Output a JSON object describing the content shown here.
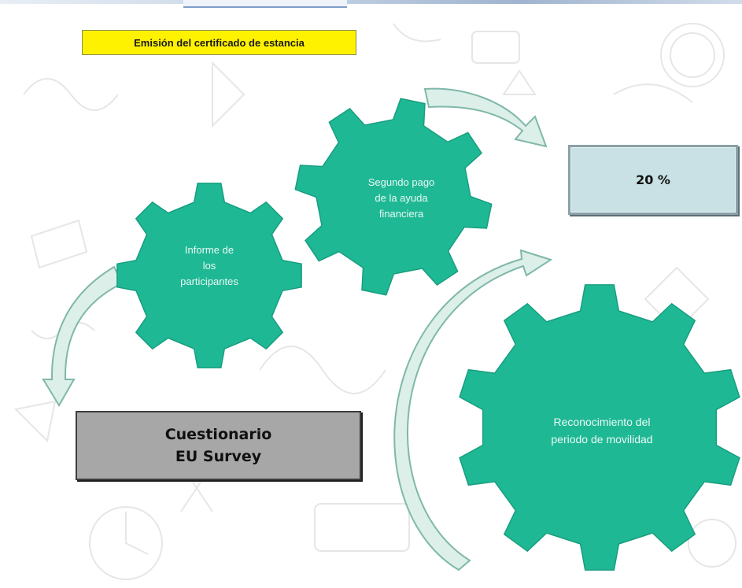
{
  "colors": {
    "gear": "#1fb895",
    "arrow_fill": "#dcefe8",
    "title_bg": "#fff200",
    "pct_bg": "#c9e1e5",
    "survey_bg": "#a7a7a7"
  },
  "title_box": {
    "text": "Emisión del certificado de estancia"
  },
  "gears": [
    {
      "label_lines": [
        "Informe de",
        "los",
        "participantes"
      ]
    },
    {
      "label_lines": [
        "Segundo pago",
        "de la ayuda",
        "financiera"
      ]
    },
    {
      "label_lines": [
        "Reconocimiento del",
        "periodo de movilidad"
      ]
    }
  ],
  "percent_box": {
    "text": "20 %"
  },
  "survey_box": {
    "line1": "Cuestionario",
    "line2": "EU Survey"
  }
}
